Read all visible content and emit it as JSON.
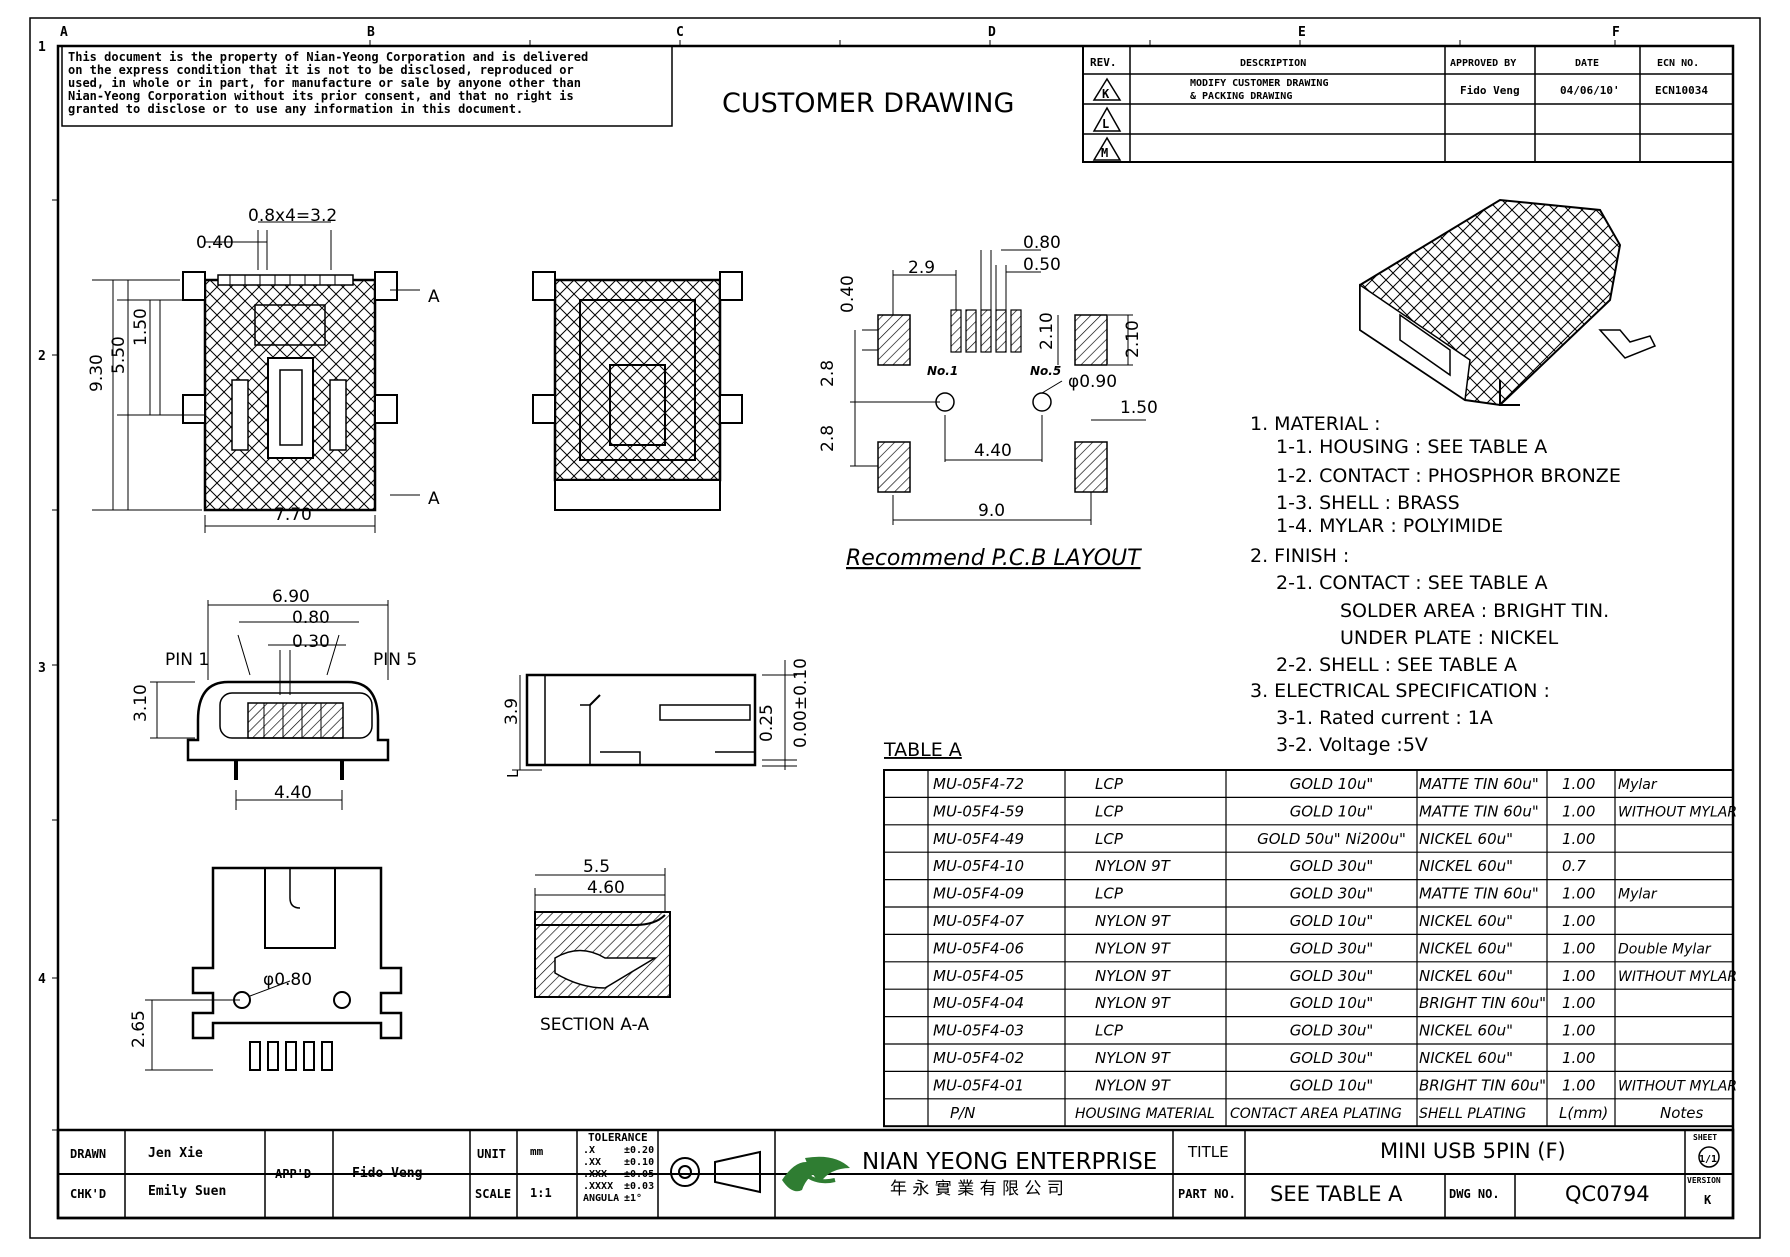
{
  "grid": {
    "cols": [
      "A",
      "B",
      "C",
      "D",
      "E",
      "F"
    ],
    "rows": [
      "1",
      "2",
      "3",
      "4"
    ]
  },
  "notice": [
    "This document is the property of Nian-Yeong Corporation and is delivered",
    "on the express condition that it is not to be disclosed, reproduced or",
    "used, in whole or in part, for manufacture or sale by anyone other than",
    "Nian-Yeong Corporation without its prior consent, and that no right is",
    "granted to disclose or to use any information in this document."
  ],
  "drawing_title": "CUSTOMER  DRAWING",
  "revision": {
    "headers": [
      "REV.",
      "DESCRIPTION",
      "APPROVED BY",
      "DATE",
      "ECN NO."
    ],
    "rows": [
      {
        "rev": "K",
        "description": [
          "MODIFY CUSTOMER DRAWING",
          "& PACKING DRAWING"
        ],
        "approved": "Fido Veng",
        "date": "04/06/10'",
        "ecn": "ECN10034"
      },
      {
        "rev": "L",
        "description": [],
        "approved": "",
        "date": "",
        "ecn": ""
      },
      {
        "rev": "M",
        "description": [],
        "approved": "",
        "date": "",
        "ecn": ""
      }
    ]
  },
  "dims": {
    "top_pitch": "0.8x4=3.2",
    "top_040": "0.40",
    "top_930": "9.30",
    "top_550": "5.50",
    "top_150": "1.50",
    "top_770": "7.70",
    "section_mark_a": "A",
    "pcb_290": "2.9",
    "pcb_080": "0.80",
    "pcb_050": "0.50",
    "pcb_040": "0.40",
    "pcb_210a": "2.10",
    "pcb_210b": "2.10",
    "pcb_no1": "No.1",
    "pcb_no5": "No.5",
    "pcb_dia090": "φ0.90",
    "pcb_28a": "2.8",
    "pcb_28b": "2.8",
    "pcb_150": "1.50",
    "pcb_440": "4.40",
    "pcb_90": "9.0",
    "pcb_caption": "Recommend  P.C.B  LAYOUT",
    "front_690": "6.90",
    "front_080": "0.80",
    "front_030": "0.30",
    "front_pin1": "PIN 1",
    "front_pin5": "PIN 5",
    "front_310": "3.10",
    "front_440": "4.40",
    "side_39": "3.9",
    "side_025": "0.25",
    "side_000": "0.00±0.10",
    "side_l": "L",
    "bottom_dia080": "φ0.80",
    "bottom_265": "2.65",
    "sec_55": "5.5",
    "sec_460": "4.60",
    "sec_caption": "SECTION  A-A"
  },
  "notes": [
    "1.  MATERIAL  :",
    "1-1.  HOUSING  :  SEE  TABLE  A",
    "1-2.  CONTACT  :  PHOSPHOR  BRONZE",
    "1-3.  SHELL  :  BRASS",
    "1-4.  MYLAR  :  POLYIMIDE",
    "2.  FINISH  :",
    "2-1.  CONTACT    :  SEE  TABLE  A",
    "SOLDER  AREA  :  BRIGHT  TIN.",
    "UNDER  PLATE  :  NICKEL",
    "2-2.  SHELL  :  SEE  TABLE  A",
    "3.  ELECTRICAL  SPECIFICATION  :",
    "3-1.  Rated  current  :  1A",
    "3-2.  Voltage  :5V"
  ],
  "table_a": {
    "title": "TABLE  A",
    "headers": [
      "P/N",
      "HOUSING MATERIAL",
      "CONTACT AREA PLATING",
      "SHELL PLATING",
      "L(mm)",
      "Notes"
    ],
    "rows": [
      [
        "MU-05F4-72",
        "LCP",
        "GOLD  10u\"",
        "MATTE  TIN  60u\"",
        "1.00",
        "Mylar"
      ],
      [
        "MU-05F4-59",
        "LCP",
        "GOLD  10u\"",
        "MATTE  TIN  60u\"",
        "1.00",
        "WITHOUT  MYLAR"
      ],
      [
        "MU-05F4-49",
        "LCP",
        "GOLD  50u\"  Ni200u\"",
        "NICKEL  60u\"",
        "1.00",
        ""
      ],
      [
        "MU-05F4-10",
        "NYLON  9T",
        "GOLD  30u\"",
        "NICKEL  60u\"",
        "0.7",
        ""
      ],
      [
        "MU-05F4-09",
        "LCP",
        "GOLD  30u\"",
        "MATTE  TIN  60u\"",
        "1.00",
        "Mylar"
      ],
      [
        "MU-05F4-07",
        "NYLON  9T",
        "GOLD  10u\"",
        "NICKEL  60u\"",
        "1.00",
        ""
      ],
      [
        "MU-05F4-06",
        "NYLON  9T",
        "GOLD  30u\"",
        "NICKEL  60u\"",
        "1.00",
        "Double  Mylar"
      ],
      [
        "MU-05F4-05",
        "NYLON  9T",
        "GOLD  30u\"",
        "NICKEL  60u\"",
        "1.00",
        "WITHOUT  MYLAR"
      ],
      [
        "MU-05F4-04",
        "NYLON  9T",
        "GOLD  10u\"",
        "BRIGHT  TIN  60u\"",
        "1.00",
        ""
      ],
      [
        "MU-05F4-03",
        "LCP",
        "GOLD  30u\"",
        "NICKEL  60u\"",
        "1.00",
        ""
      ],
      [
        "MU-05F4-02",
        "NYLON  9T",
        "GOLD  30u\"",
        "NICKEL  60u\"",
        "1.00",
        ""
      ],
      [
        "MU-05F4-01",
        "NYLON  9T",
        "GOLD  10u\"",
        "BRIGHT  TIN  60u\"",
        "1.00",
        "WITHOUT  MYLAR"
      ]
    ]
  },
  "title_block": {
    "drawn_label": "DRAWN",
    "drawn": "Jen Xie",
    "chkd_label": "CHK'D",
    "chkd": "Emily Suen",
    "appd_label": "APP'D",
    "appd": "Fido Veng",
    "unit_label": "UNIT",
    "unit": "mm",
    "scale_label": "SCALE",
    "scale": "1:1",
    "tolerance_label": "TOLERANCE",
    "tolerance": [
      [
        ".X",
        "±0.20"
      ],
      [
        ".XX",
        "±0.10"
      ],
      [
        ".XXX",
        "±0.05"
      ],
      [
        ".XXXX",
        "±0.03"
      ],
      [
        "ANGULA",
        "±1°"
      ]
    ],
    "company": "NIAN YEONG ENTERPRISE",
    "company_cn": "年 永 實 業 有 限 公 司",
    "title_label": "TITLE",
    "title": "MINI  USB  5PIN  (F)",
    "sheet_label": "SHEET",
    "sheet": "1/1",
    "partno_label": "PART NO.",
    "partno": "SEE  TABLE  A",
    "dwgno_label": "DWG NO.",
    "dwgno": "QC0794",
    "version_label": "VERSION",
    "version": "K"
  }
}
